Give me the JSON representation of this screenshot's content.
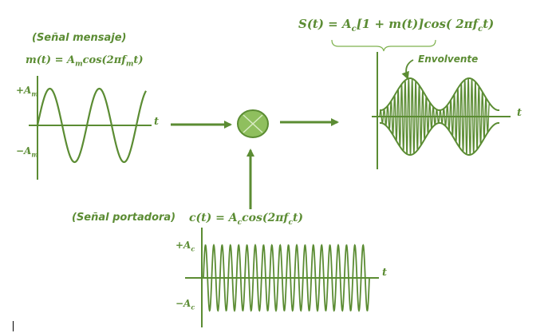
{
  "colors": {
    "stroke": "#5b8c33",
    "text": "#5b8c33"
  },
  "message": {
    "title": "(Señal mensaje)",
    "formula": "m(t) = A",
    "formula_sub": "m",
    "formula_rest": "cos(2πf",
    "formula_sub2": "m",
    "formula_end": "t)",
    "pos_amp": "+A",
    "pos_amp_sub": "m",
    "neg_amp": "−A",
    "neg_amp_sub": "m",
    "axis_t": "t"
  },
  "carrier": {
    "title": "(Señal portadora)",
    "formula": "c(t) = A",
    "formula_sub": "c",
    "formula_rest": "cos(2πf",
    "formula_sub2": "c",
    "formula_end": "t)",
    "pos_amp": "+A",
    "pos_amp_sub": "c",
    "neg_amp": "−A",
    "neg_amp_sub": "c",
    "axis_t": "t"
  },
  "output": {
    "formula_a": "S(t) = A",
    "formula_sub": "c",
    "formula_b": "[1 + m(t)]cos( 2πf",
    "formula_sub2": "c",
    "formula_end": "t)",
    "envelope_label": "Envolvente",
    "axis_t": "t"
  },
  "mixer": {
    "icon": "multiplier-icon"
  }
}
